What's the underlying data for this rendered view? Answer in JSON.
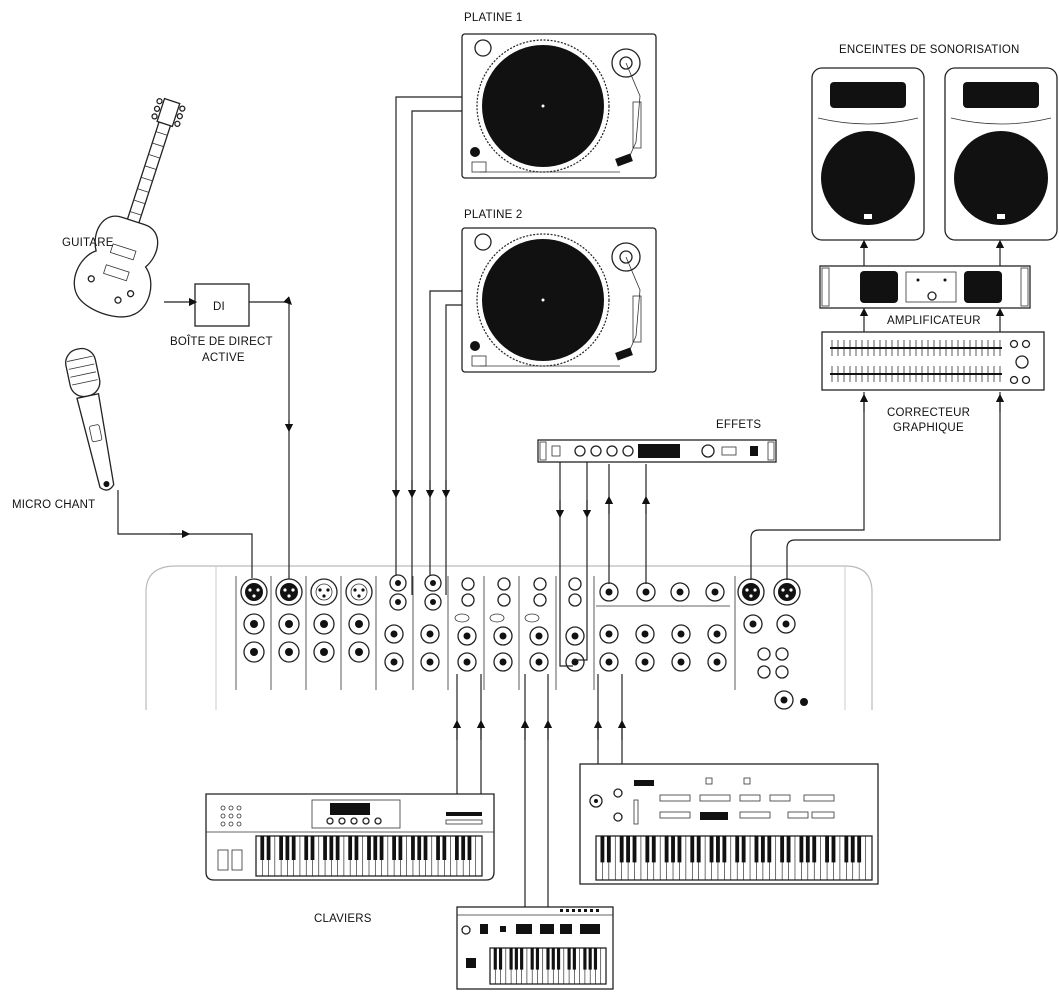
{
  "labels": {
    "platine1": "PLATINE 1",
    "platine2": "PLATINE 2",
    "enceintes": "ENCEINTES DE SONORISATION",
    "guitare": "GUITARE",
    "di": "DI",
    "boite_line1": "BOÎTE DE DIRECT",
    "boite_line2": "ACTIVE",
    "amplificateur": "AMPLIFICATEUR",
    "micro": "MICRO CHANT",
    "effets": "EFFETS",
    "correcteur_line1": "CORRECTEUR",
    "correcteur_line2": "GRAPHIQUE",
    "claviers": "CLAVIERS"
  },
  "colors": {
    "stroke": "#222222",
    "fill": "#ffffff",
    "platter": "#111111"
  }
}
